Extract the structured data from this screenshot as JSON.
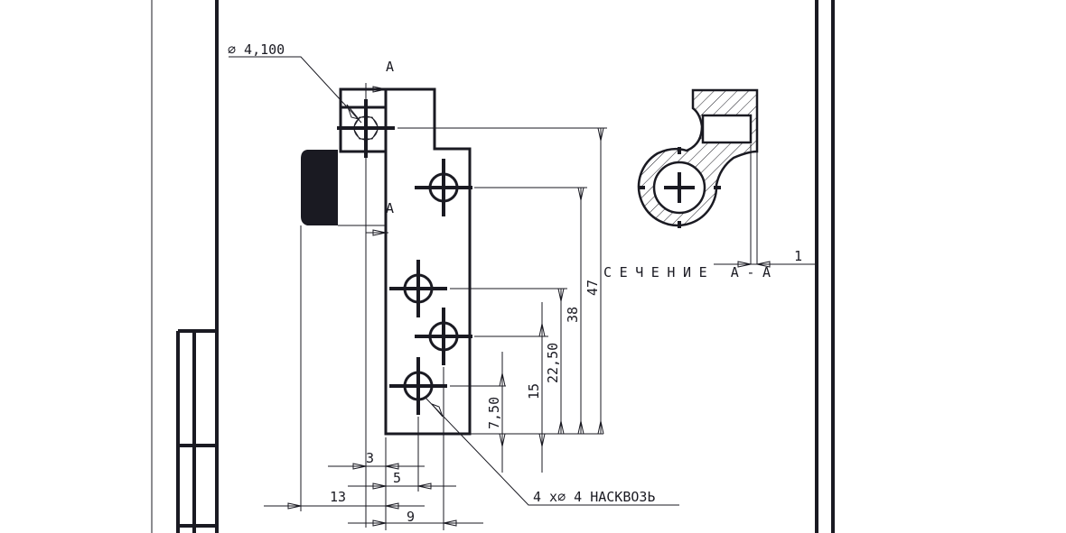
{
  "drawing": {
    "section_labels": [
      "A",
      "A"
    ],
    "hole_callout_top": "⌀ 4,100",
    "hole_callout_bottom": "4 x⌀ 4  НАСКВОЗЬ",
    "section_title": "СЕЧЕНИЕ А-А",
    "section_dim": "1",
    "vertical_dims": [
      "47",
      "38",
      "22,50",
      "15",
      "7,50"
    ],
    "horizontal_dims": [
      "3",
      "5",
      "13",
      "9"
    ]
  }
}
